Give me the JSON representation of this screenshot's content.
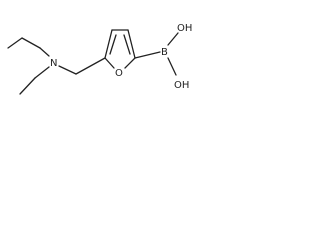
{
  "molecule": {
    "atoms": {
      "nitrogen": "N",
      "oxygen": "O",
      "boron": "B",
      "hydroxyl_top": "OH",
      "hydroxyl_bottom": "OH"
    }
  }
}
